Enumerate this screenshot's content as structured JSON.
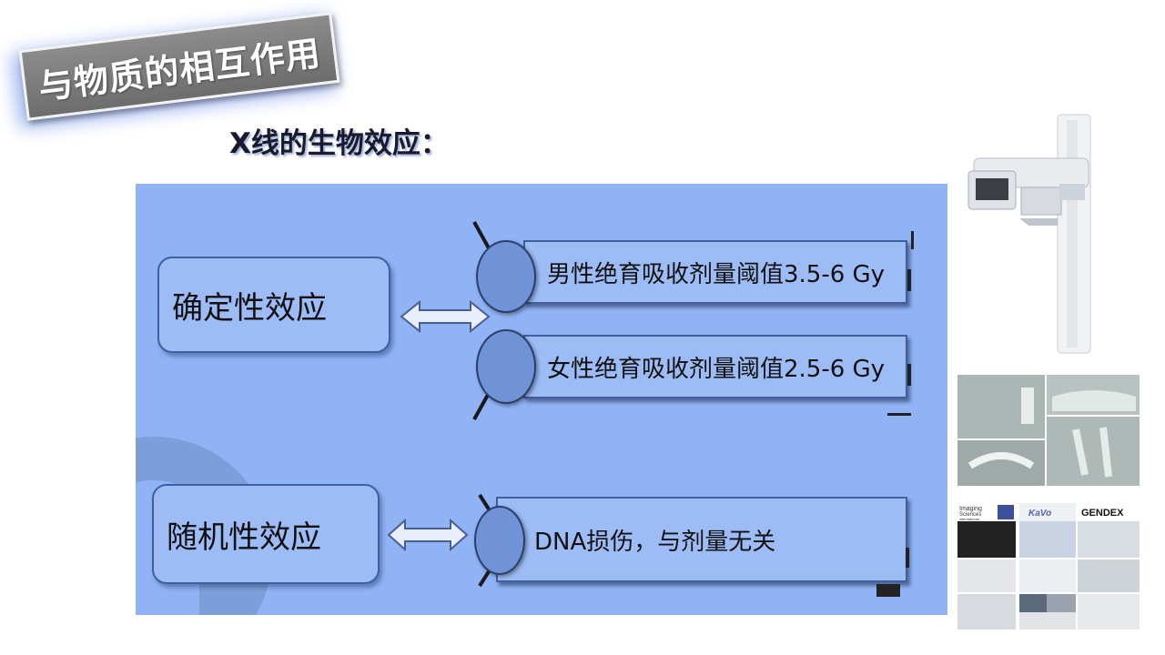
{
  "title": "与物质的相互作用",
  "subtitle": "X线的生物效应：",
  "diagram": {
    "deterministic": {
      "label": "确定性效应",
      "results": [
        {
          "text": "男性绝育吸收剂量阈值3.5-6 Gy"
        },
        {
          "text": "女性绝育吸收剂量阈值2.5-6 Gy"
        }
      ]
    },
    "stochastic": {
      "label": "随机性效应",
      "results": [
        {
          "text": "DNA损伤，与剂量无关"
        }
      ]
    }
  },
  "logos": {
    "brand1_line1": "Imaging",
    "brand1_line2": "Sciences",
    "brand1_line3": "international",
    "brand2": "KaVo",
    "brand3": "GENDEX"
  },
  "colors": {
    "panel": "#8fb3f5",
    "box": "#9dbcf6",
    "border": "#3f5f9e",
    "circle": "#6f93d6"
  }
}
